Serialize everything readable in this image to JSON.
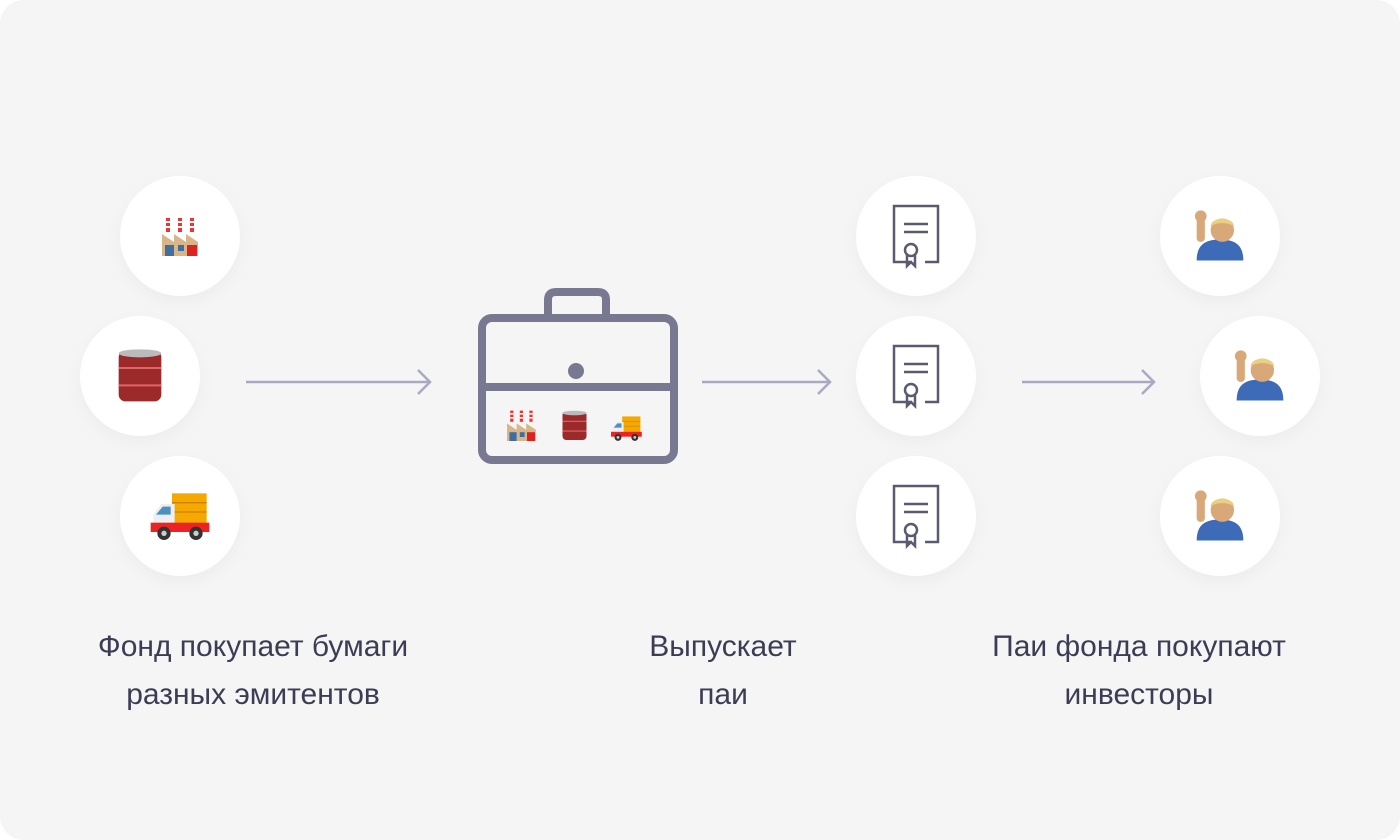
{
  "captions": {
    "issuers": [
      "Фонд покупает бумаги",
      "разных эмитентов"
    ],
    "shares": [
      "Выпускает",
      "паи"
    ],
    "investors": [
      "Паи фонда покупают",
      "инвесторы"
    ]
  },
  "icons": [
    "factory-icon",
    "oil-drum-icon",
    "delivery-truck-icon",
    "briefcase-icon",
    "certificate-icon",
    "person-raising-hand-icon"
  ],
  "colors": {
    "background": "#f5f5f5",
    "icon_stroke": "#787890",
    "arrow": "#a9a9c4",
    "text": "#3c3c55"
  }
}
